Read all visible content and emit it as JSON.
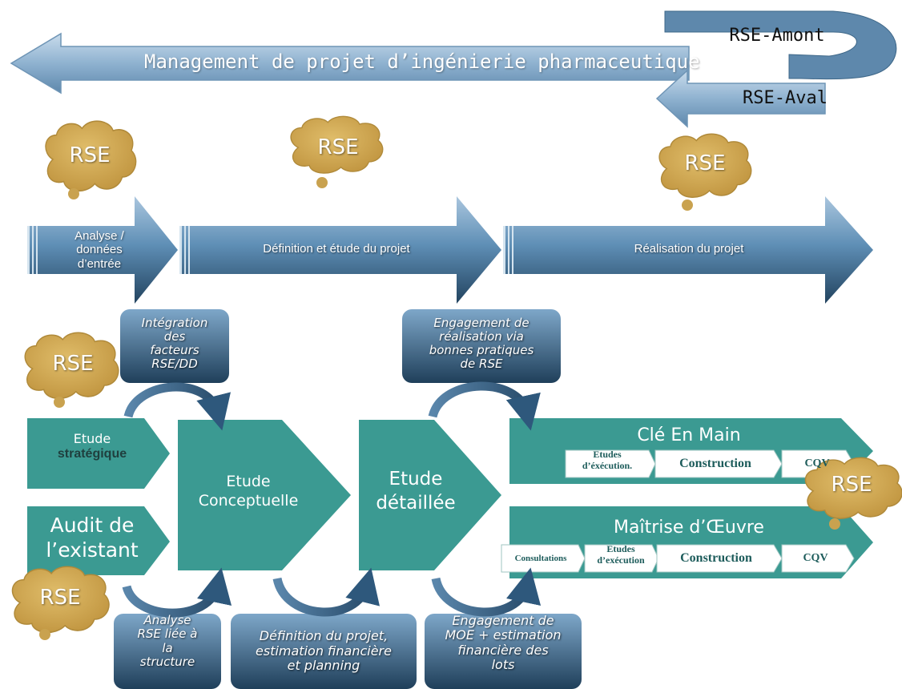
{
  "colors": {
    "blue_dark": "#2f5272",
    "blue_light": "#a9c5dd",
    "teal": "#3b9a92",
    "cloud": "#d4ad5a",
    "sub_box_text": "#1d5c5b"
  },
  "banner": {
    "title": "Management de projet d’ingénierie pharmaceutique",
    "upstream": "RSE-Amont",
    "downstream": "RSE-Aval"
  },
  "clouds": {
    "c1": "RSE",
    "c2": "RSE",
    "c3": "RSE",
    "c4": "RSE",
    "c5": "RSE",
    "c6": "RSE"
  },
  "phases": {
    "p1": "Analyse / données d’entrée",
    "p2": "Définition et étude du projet",
    "p3": "Réalisation du projet"
  },
  "notes": {
    "integration": "Intégration\ndes\nfacteurs\nRSE/DD",
    "engagement_realisation": "Engagement de\nréalisation via\nbonnes pratiques\nde RSE",
    "analyse_rse": "Analyse\nRSE liée à\nla\nstructure",
    "definition": "Définition du projet,\nestimation financière\net planning",
    "engagement_moe": "Engagement de\nMOE + estimation\nfinancière des\nlots"
  },
  "steps": {
    "etude_strategique_line1": "Etude",
    "etude_strategique_line2": "stratégique",
    "audit_line1": "Audit de",
    "audit_line2": "l’existant",
    "conceptuelle_line1": "Etude",
    "conceptuelle_line2": "Conceptuelle",
    "detaillee_line1": "Etude",
    "detaillee_line2": "détaillée"
  },
  "cle_en_main": {
    "title": "Clé En Main",
    "sub_etudes_line1": "Etudes",
    "sub_etudes_line2": "d’éxécution.",
    "sub_construction": "Construction",
    "sub_cqv": "CQV"
  },
  "maitrise": {
    "title": "Maîtrise d’Œuvre",
    "sub_consultations": "Consultations",
    "sub_etudes_line1": "Etudes",
    "sub_etudes_line2": "d’exécution",
    "sub_construction": "Construction",
    "sub_cqv": "CQV"
  }
}
